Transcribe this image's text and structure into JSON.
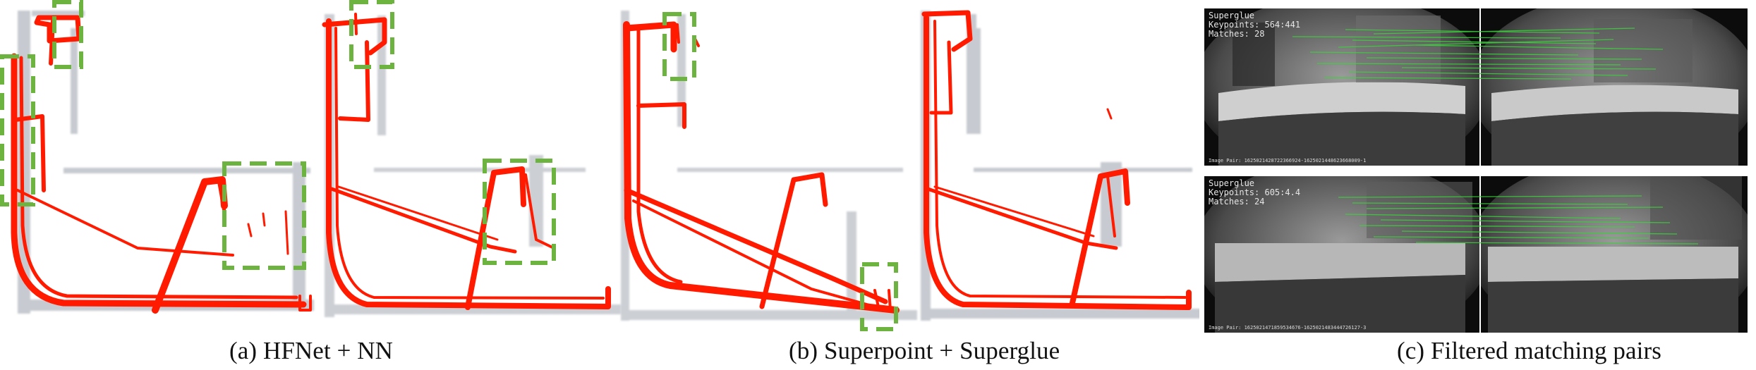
{
  "captions": {
    "a": "(a) HFNet + NN",
    "b": "(b) Superpoint + Superglue",
    "c": "(c) Filtered matching pairs"
  },
  "match_pairs": [
    {
      "method": "Superglue",
      "keypoints_label": "Keypoints: 564:441",
      "matches_label": "Matches: 28",
      "image_pair": "Image Pair: 1625021428722366924-1625021448623668009-1"
    },
    {
      "method": "Superglue",
      "keypoints_label": "Keypoints: 605:4.4",
      "matches_label": "Matches: 24",
      "image_pair": "Image Pair: 1625021471859534676-1625021483444726127-3"
    }
  ],
  "colors": {
    "trajectory": "#ff1a00",
    "detection_box": "#6db33f",
    "point_cloud": "#9aa0aa",
    "match_line": "#3cd23c",
    "caption_text": "#111111"
  }
}
